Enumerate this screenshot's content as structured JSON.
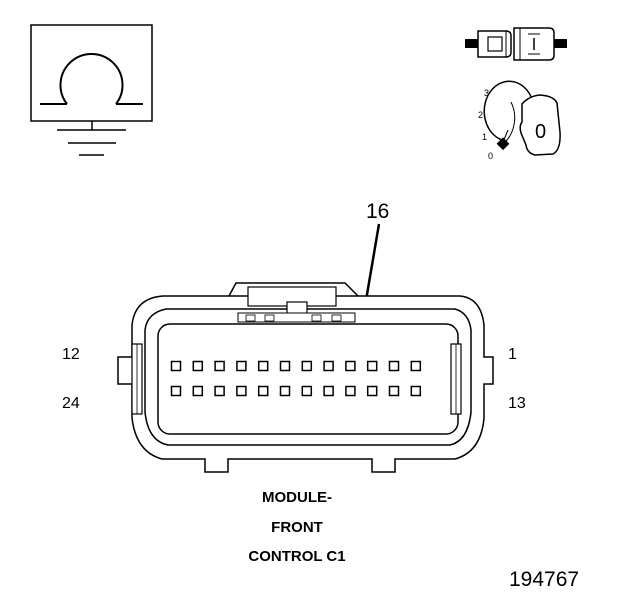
{
  "connector": {
    "callout_pin": "16",
    "pin_top_right": "1",
    "pin_top_left": "12",
    "pin_bottom_right": "13",
    "pin_bottom_left": "24",
    "title_lines": [
      "MODULE-",
      "FRONT",
      "CONTROL C1"
    ],
    "rows": 2,
    "pins_per_row": 12,
    "highlighted_pin": 16
  },
  "ignition_switch": {
    "positions": [
      "3",
      "2",
      "1",
      "0"
    ],
    "key_label": "0"
  },
  "figure_number": "194767",
  "icons": [
    "ground-symbol-icon",
    "connector-plug-icon",
    "ignition-key-icon"
  ]
}
